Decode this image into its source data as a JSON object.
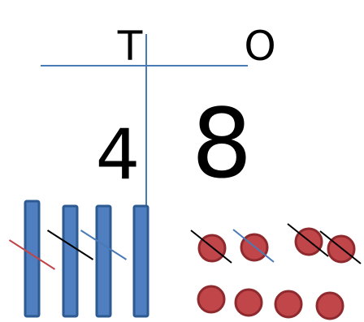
{
  "headers": {
    "tens": "T",
    "ones": "O"
  },
  "digits": {
    "tens": "4",
    "ones": "8"
  },
  "colors": {
    "grid_line": "#4a7ab5",
    "rod_fill": "#4f7fc0",
    "rod_stroke": "#2e5a92",
    "counter_fill": "#c0464a",
    "counter_stroke": "#8e2a2e",
    "cross_black": "#000000",
    "cross_blue": "#4a7ab5",
    "cross_red": "#c0464a"
  },
  "tens_rods": [
    {
      "crossed": true,
      "cross_color": "red"
    },
    {
      "crossed": true,
      "cross_color": "black"
    },
    {
      "crossed": true,
      "cross_color": "blue"
    },
    {
      "crossed": false
    }
  ],
  "ones_counters": [
    {
      "crossed": true,
      "cross_color": "black"
    },
    {
      "crossed": true,
      "cross_color": "blue"
    },
    {
      "crossed": true,
      "cross_color": "black"
    },
    {
      "crossed": true,
      "cross_color": "black"
    },
    {
      "crossed": false
    },
    {
      "crossed": false
    },
    {
      "crossed": false
    },
    {
      "crossed": false
    }
  ]
}
